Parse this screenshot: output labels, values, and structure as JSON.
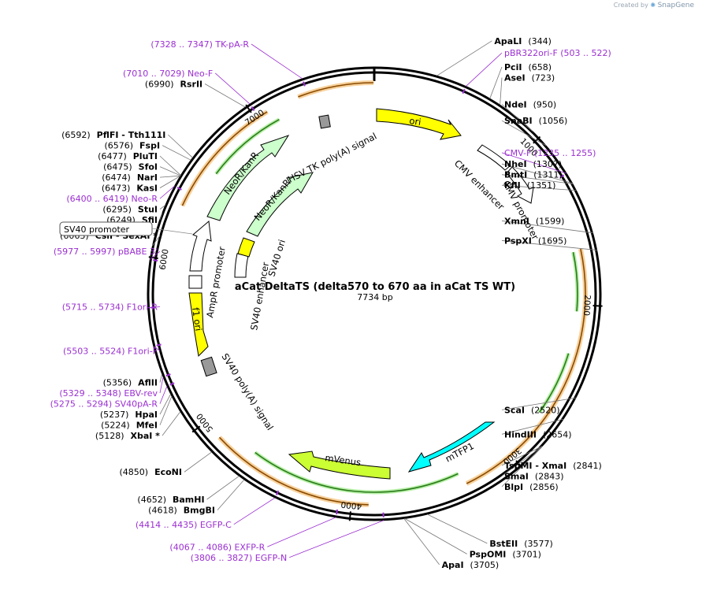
{
  "credit": {
    "prefix": "Created by",
    "brand": "SnapGene"
  },
  "plasmid": {
    "name": "aCat DeltaTS (delta570 to 670 aa in aCat TS WT)",
    "size_label": "7734 bp",
    "length": 7734
  },
  "ticks": [
    {
      "pos": 1000,
      "label": "1000"
    },
    {
      "pos": 2000,
      "label": "2000"
    },
    {
      "pos": 3000,
      "label": "3000"
    },
    {
      "pos": 4000,
      "label": "4000"
    },
    {
      "pos": 5000,
      "label": "5000"
    },
    {
      "pos": 6000,
      "label": "6000"
    },
    {
      "pos": 7000,
      "label": "7000"
    }
  ],
  "sites": [
    {
      "pos": 344,
      "name": "ApaLI",
      "num": "(344)",
      "side": "r"
    },
    {
      "pos": 658,
      "name": "PciI",
      "num": "(658)",
      "side": "r"
    },
    {
      "pos": 723,
      "name": "AseI",
      "num": "(723)",
      "side": "r"
    },
    {
      "pos": 950,
      "name": "NdeI",
      "num": "(950)",
      "side": "r"
    },
    {
      "pos": 1056,
      "name": "SnaBI",
      "num": "(1056)",
      "side": "r"
    },
    {
      "pos": 1307,
      "name": "NheI",
      "num": "(1307)",
      "side": "r"
    },
    {
      "pos": 1311,
      "name": "BmtI",
      "num": "(1311)",
      "side": "r"
    },
    {
      "pos": 1351,
      "name": "KflI",
      "num": "(1351)",
      "side": "r"
    },
    {
      "pos": 1599,
      "name": "XmnI",
      "num": "(1599)",
      "side": "r"
    },
    {
      "pos": 1695,
      "name": "PspXI",
      "num": "(1695)",
      "side": "r"
    },
    {
      "pos": 2520,
      "name": "ScaI",
      "num": "(2520)",
      "side": "r"
    },
    {
      "pos": 2654,
      "name": "HindIII",
      "num": "(2654)",
      "side": "r"
    },
    {
      "pos": 2841,
      "name": "TspMI  - XmaI",
      "num": "(2841)",
      "side": "r"
    },
    {
      "pos": 2843,
      "name": "SmaI",
      "num": "(2843)",
      "side": "r"
    },
    {
      "pos": 2856,
      "name": "BlpI",
      "num": "(2856)",
      "side": "r"
    },
    {
      "pos": 3577,
      "name": "BstEII",
      "num": "(3577)",
      "side": "r"
    },
    {
      "pos": 3701,
      "name": "PspOMI",
      "num": "(3701)",
      "side": "r"
    },
    {
      "pos": 3705,
      "name": "ApaI",
      "num": "(3705)",
      "side": "r"
    },
    {
      "pos": 4618,
      "name": "BmgBI",
      "num": "(4618)",
      "side": "l"
    },
    {
      "pos": 4652,
      "name": "BamHI",
      "num": "(4652)",
      "side": "l"
    },
    {
      "pos": 4850,
      "name": "EcoNI",
      "num": "(4850)",
      "side": "l"
    },
    {
      "pos": 5128,
      "name": "XbaI *",
      "num": "(5128)",
      "side": "l"
    },
    {
      "pos": 5224,
      "name": "MfeI",
      "num": "(5224)",
      "side": "l"
    },
    {
      "pos": 5237,
      "name": "HpaI",
      "num": "(5237)",
      "side": "l"
    },
    {
      "pos": 5356,
      "name": "AflII",
      "num": "(5356)",
      "side": "l"
    },
    {
      "pos": 6063,
      "name": "CsiI   - SexAI *",
      "num": "(6063)",
      "side": "l"
    },
    {
      "pos": 6249,
      "name": "SfiI",
      "num": "(6249)",
      "side": "l"
    },
    {
      "pos": 6295,
      "name": "StuI",
      "num": "(6295)",
      "side": "l"
    },
    {
      "pos": 6473,
      "name": "KasI",
      "num": "(6473)",
      "side": "l"
    },
    {
      "pos": 6474,
      "name": "NarI",
      "num": "(6474)",
      "side": "l"
    },
    {
      "pos": 6475,
      "name": "SfoI",
      "num": "(6475)",
      "side": "l"
    },
    {
      "pos": 6477,
      "name": "PluTI",
      "num": "(6477)",
      "side": "l"
    },
    {
      "pos": 6576,
      "name": "FspI",
      "num": "(6576)",
      "side": "l"
    },
    {
      "pos": 6592,
      "name": "PflFI   - Tth111I",
      "num": "(6592)",
      "side": "l"
    },
    {
      "pos": 6990,
      "name": "RsrII",
      "num": "(6990)",
      "side": "l"
    }
  ],
  "primers": [
    {
      "pos": 512,
      "text": "pBR322ori-F   (503 .. 522)",
      "side": "r"
    },
    {
      "pos": 1245,
      "text": "CMV-F   (1235 .. 1255)",
      "side": "r"
    },
    {
      "pos": 3816,
      "text": "(3806 .. 3827)  EGFP-N",
      "side": "l"
    },
    {
      "pos": 4076,
      "text": "(4067 .. 4086)  EXFP-R",
      "side": "l"
    },
    {
      "pos": 4424,
      "text": "(4414 .. 4435)  EGFP-C",
      "side": "l"
    },
    {
      "pos": 5284,
      "text": "(5275 .. 5294)  SV40pA-R",
      "side": "l"
    },
    {
      "pos": 5338,
      "text": "(5329 .. 5348)  EBV-rev",
      "side": "l"
    },
    {
      "pos": 5513,
      "text": "(5503 .. 5524)  F1ori-F",
      "side": "l"
    },
    {
      "pos": 5724,
      "text": "(5715 .. 5734)  F1ori-R",
      "side": "l"
    },
    {
      "pos": 5987,
      "text": "(5977 .. 5997)  pBABE 3'",
      "side": "l"
    },
    {
      "pos": 6410,
      "text": "(6400 .. 6419)  Neo-R",
      "side": "l"
    },
    {
      "pos": 7020,
      "text": "(7010 .. 7029)  Neo-F",
      "side": "l"
    },
    {
      "pos": 7337,
      "text": "(7328 .. 7347)  TK-pA-R",
      "side": "l"
    }
  ],
  "boxed_label": {
    "text": "SV40 promoter"
  },
  "features": [
    {
      "name": "ori",
      "label": "ori",
      "color": "#ffff00"
    },
    {
      "name": "cmv-enhancer",
      "label": "CMV enhancer",
      "color": "#ffffff"
    },
    {
      "name": "cmv-promoter",
      "label": "CMV promoter",
      "color": "#ffffff"
    },
    {
      "name": "mtfp1",
      "label": "mTFP1",
      "color": "#00ffff"
    },
    {
      "name": "mvenus",
      "label": "mVenus",
      "color": "#ccff33"
    },
    {
      "name": "sv40-polya",
      "label": "SV40 poly(A) signal",
      "color": "#999999"
    },
    {
      "name": "f1-ori",
      "label": "f1 ori",
      "color": "#ffff00"
    },
    {
      "name": "ampr-promoter",
      "label": "AmpR promoter",
      "color": "#ffffff"
    },
    {
      "name": "sv40-enhancer",
      "label": "SV40 enhancer",
      "color": "#ffffff"
    },
    {
      "name": "sv40-ori",
      "label": "SV40 ori",
      "color": "#ffff00"
    },
    {
      "name": "neokanr-inner",
      "label": "NeoR/KanR",
      "color": "#ccffcc"
    },
    {
      "name": "neokanr-outer",
      "label": "NeoR/KanR",
      "color": "#ccffcc"
    },
    {
      "name": "hsv-tk-polya",
      "label": "HSV TK poly(A) signal",
      "color": "#999999"
    }
  ]
}
